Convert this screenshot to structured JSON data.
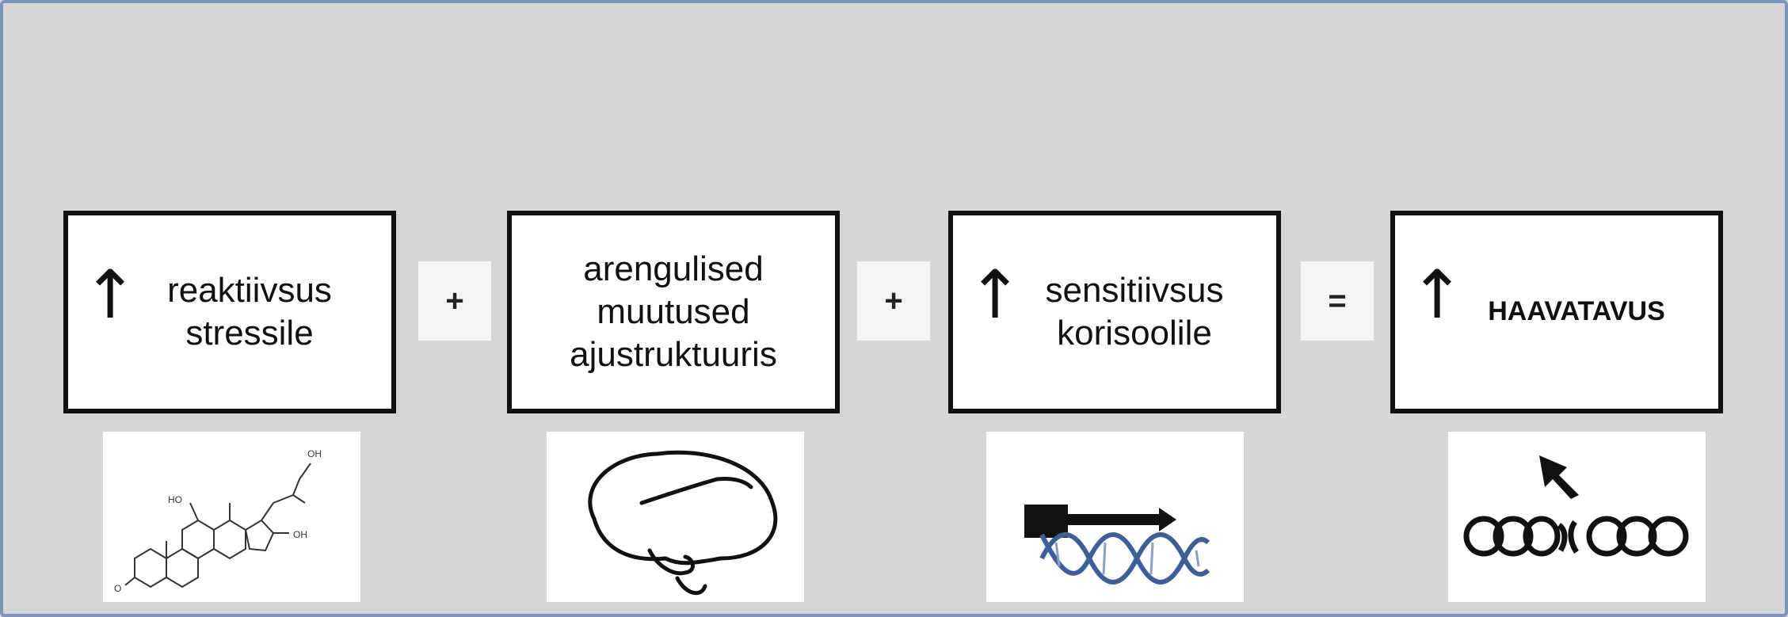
{
  "boxes": [
    {
      "arrow": "↑",
      "label": "reaktiivsus\nstressile"
    },
    {
      "arrow": "",
      "label": "arengulised\nmuutused\najustruktuuris"
    },
    {
      "arrow": "↑",
      "label": "sensitiivsus\nkorisoolile"
    },
    {
      "arrow": "↑",
      "label": "HAAVATAVUS"
    }
  ],
  "operators": [
    "+",
    "+",
    "="
  ],
  "images": {
    "molecule": {
      "icon": "steroid-molecule-icon",
      "labels": [
        "OH",
        "HO",
        "OH",
        "O"
      ]
    },
    "brain": {
      "icon": "brain-icon"
    },
    "dna": {
      "icon": "dna-helix-icon"
    },
    "damage": {
      "icon": "dna-damage-icon"
    }
  },
  "colors": {
    "background": "#d6d6d6",
    "frame_border": "#7a95b8",
    "box_border": "#111111",
    "dna_blue": "#3b5f9e"
  }
}
